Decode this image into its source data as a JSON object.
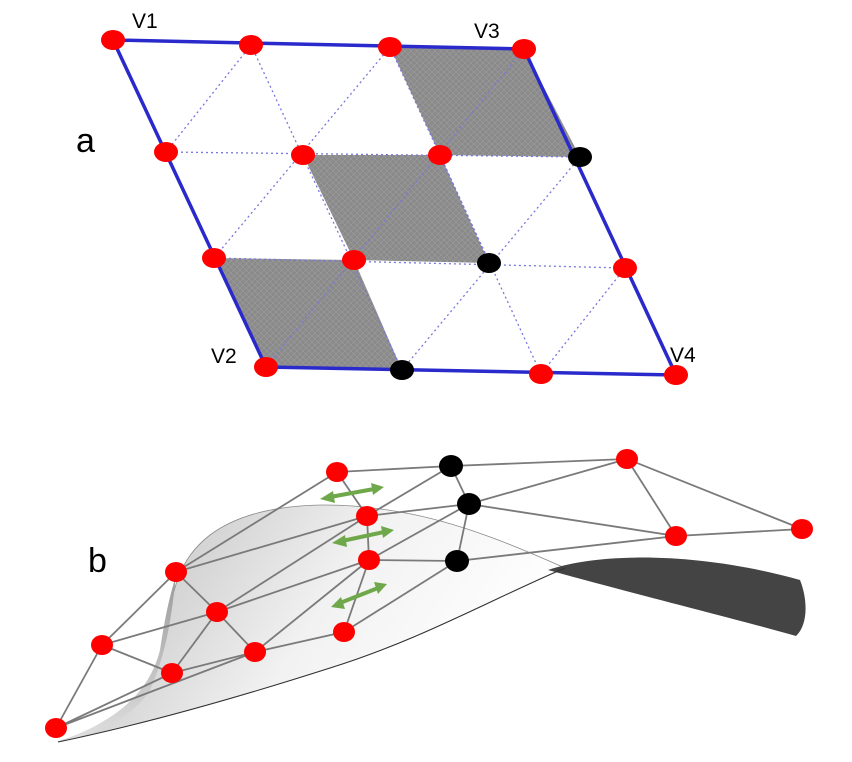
{
  "panel_a": {
    "label": "a",
    "vertex_labels": [
      "V1",
      "V2",
      "V3",
      "V4"
    ]
  },
  "panel_b": {
    "label": "b"
  },
  "colors": {
    "boundary": "#2a2acc",
    "interior_edge": "#7777dd",
    "shaded_tile": "#8a8a8a",
    "red_node": "#ff0000",
    "black_node": "#000000",
    "arrow": "#6fa84a",
    "mesh_edge": "#7a7a7a",
    "surface_light": "#d0d0d0",
    "surface_dark": "#444444"
  }
}
